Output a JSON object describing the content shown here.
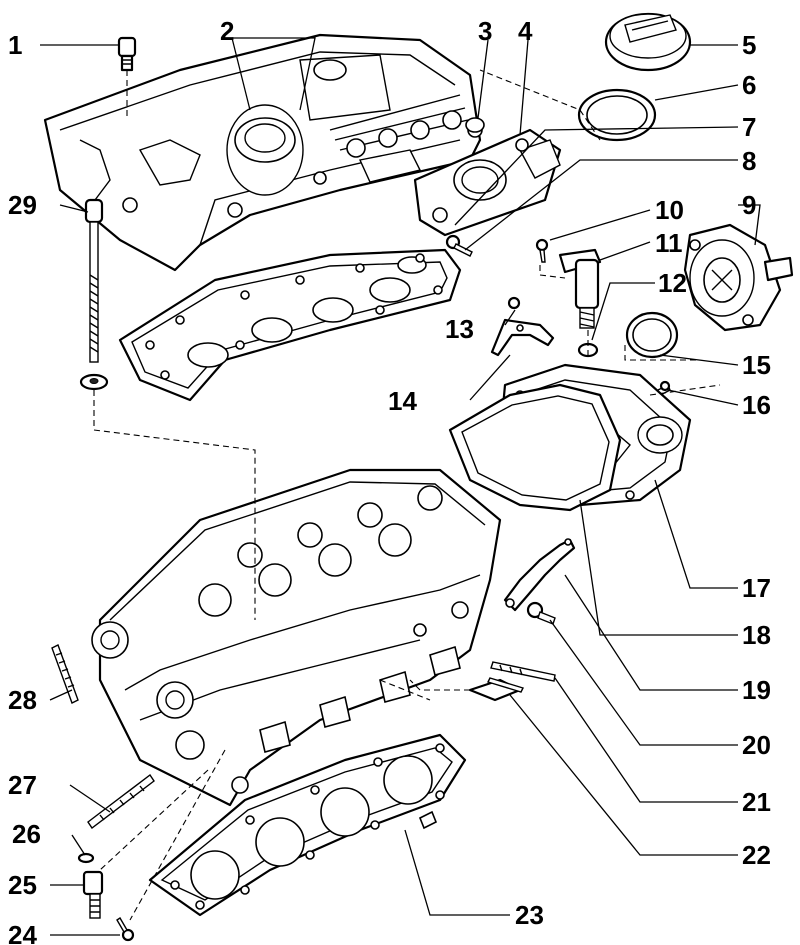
{
  "callouts": [
    {
      "num": "1"
    },
    {
      "num": "2"
    },
    {
      "num": "3"
    },
    {
      "num": "4"
    },
    {
      "num": "5"
    },
    {
      "num": "6"
    },
    {
      "num": "7"
    },
    {
      "num": "8"
    },
    {
      "num": "9"
    },
    {
      "num": "10"
    },
    {
      "num": "11"
    },
    {
      "num": "12"
    },
    {
      "num": "13"
    },
    {
      "num": "14"
    },
    {
      "num": "15"
    },
    {
      "num": "16"
    },
    {
      "num": "17"
    },
    {
      "num": "18"
    },
    {
      "num": "19"
    },
    {
      "num": "20"
    },
    {
      "num": "21"
    },
    {
      "num": "22"
    },
    {
      "num": "23"
    },
    {
      "num": "24"
    },
    {
      "num": "25"
    },
    {
      "num": "26"
    },
    {
      "num": "27"
    },
    {
      "num": "28"
    },
    {
      "num": "29"
    }
  ],
  "colors": {
    "ink": "#000000",
    "paper": "#ffffff"
  }
}
